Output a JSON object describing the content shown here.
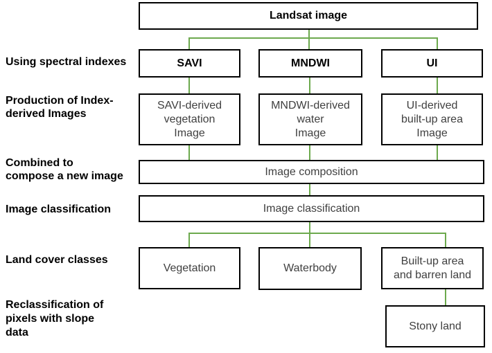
{
  "colors": {
    "connector_green": "#6CA94D",
    "box_border": "#000000",
    "heading_text": "#000000",
    "body_text": "#3F3F3F"
  },
  "flowchart": {
    "root": {
      "label": "Landsat image"
    },
    "index_boxes": [
      {
        "label": "SAVI"
      },
      {
        "label": "MNDWI"
      },
      {
        "label": "UI"
      }
    ],
    "derived_boxes": [
      {
        "lines": [
          "SAVI-derived",
          "vegetation",
          "Image"
        ]
      },
      {
        "lines": [
          "MNDWI-derived",
          "water",
          "Image"
        ]
      },
      {
        "lines": [
          "UI-derived",
          "built-up area",
          "Image"
        ]
      }
    ],
    "composition": {
      "label": "Image composition"
    },
    "classification": {
      "label": "Image classification"
    },
    "landcover_boxes": [
      {
        "lines": [
          "Vegetation"
        ]
      },
      {
        "lines": [
          "Waterbody"
        ]
      },
      {
        "lines": [
          "Built-up area",
          "and barren land"
        ]
      }
    ],
    "stony": {
      "label": "Stony land"
    }
  },
  "side_labels": [
    {
      "lines": [
        "Using spectral indexes"
      ]
    },
    {
      "lines": [
        "Production of Index-",
        "derived Images"
      ]
    },
    {
      "lines": [
        "Combined to",
        "compose a new image"
      ]
    },
    {
      "lines": [
        "Image classification"
      ]
    },
    {
      "lines": [
        "Land cover classes"
      ]
    },
    {
      "lines": [
        "Reclassification of",
        "pixels with slope",
        "data"
      ]
    }
  ]
}
